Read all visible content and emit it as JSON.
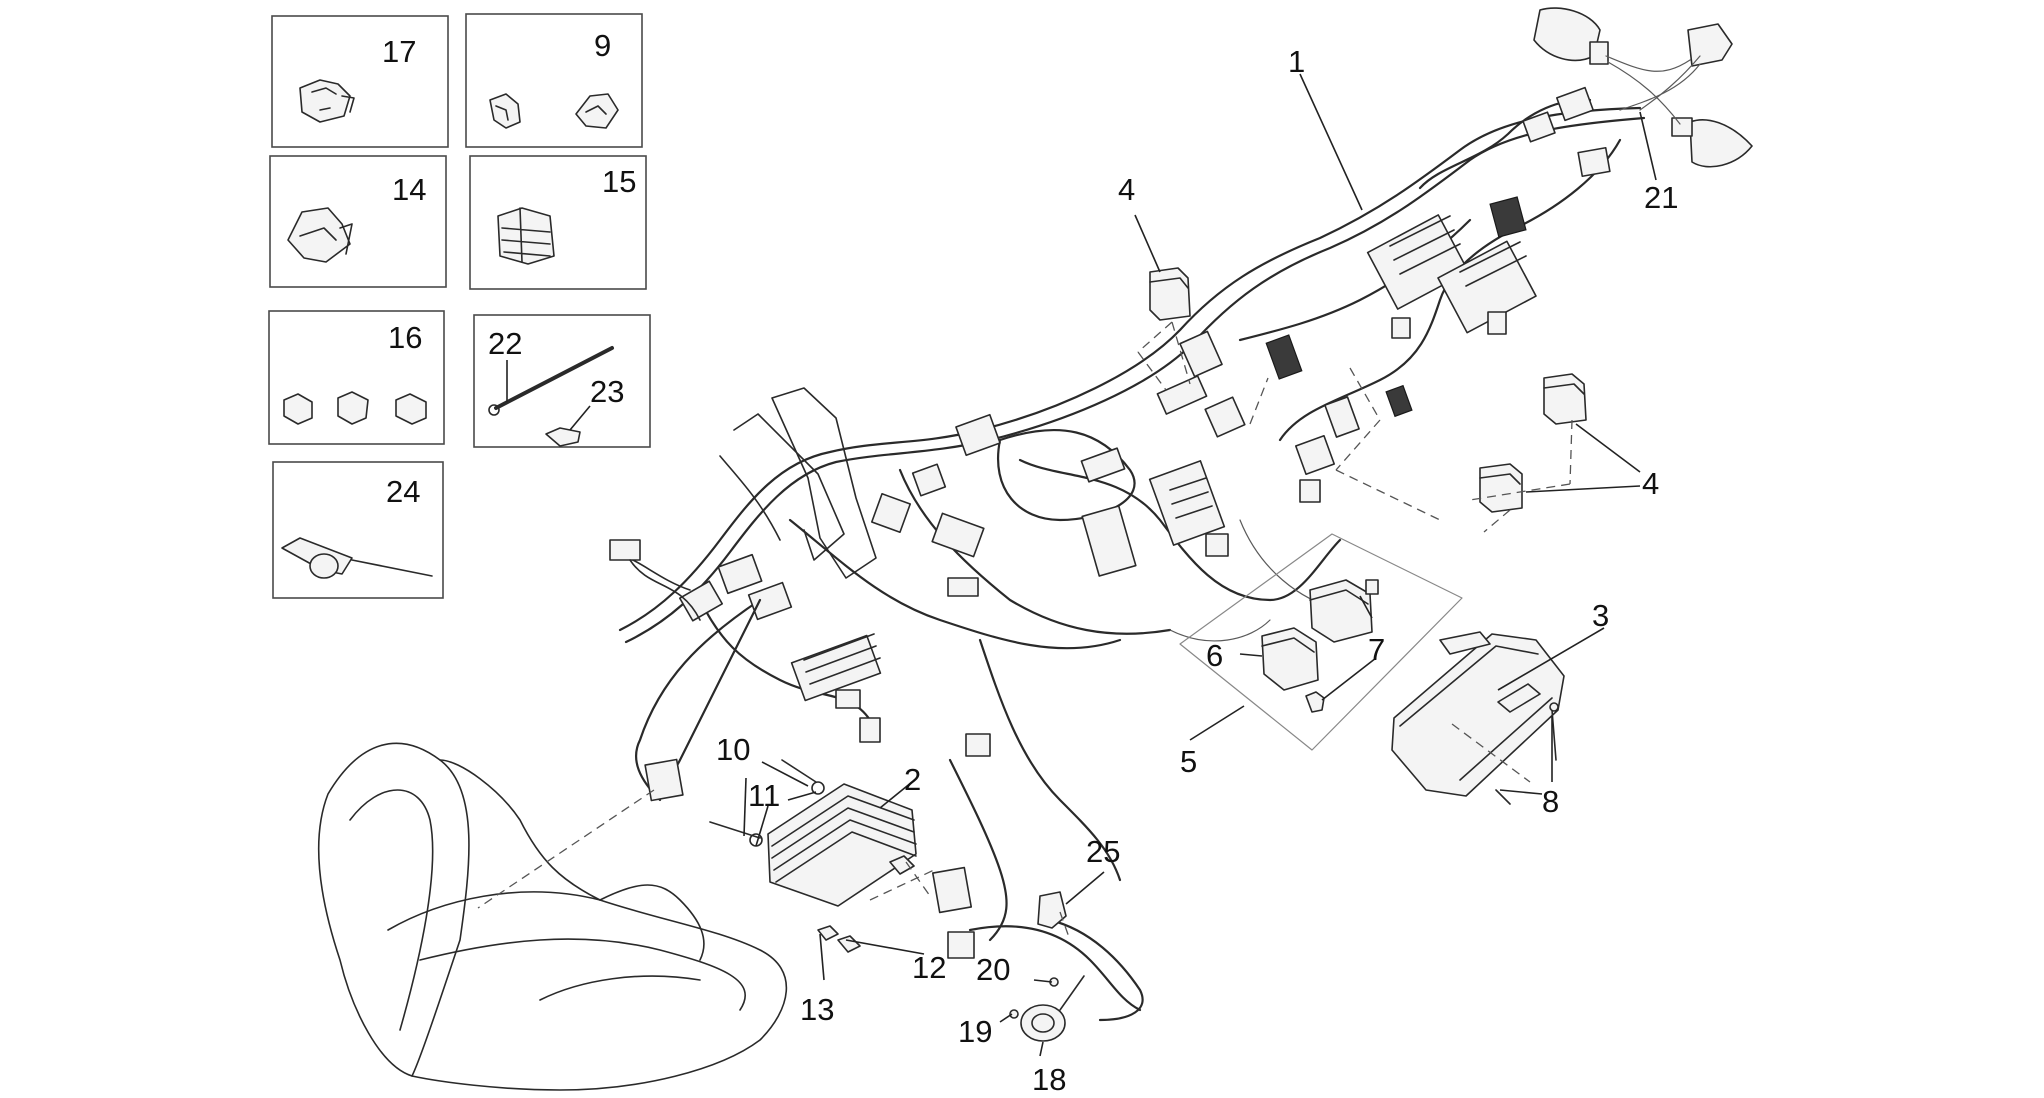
{
  "callouts": {
    "c1": "1",
    "c2": "2",
    "c3": "3",
    "c4a": "4",
    "c4b": "4",
    "c5": "5",
    "c6": "6",
    "c7": "7",
    "c8": "8",
    "c9": "9",
    "c10": "10",
    "c11": "11",
    "c12": "12",
    "c13": "13",
    "c14": "14",
    "c15": "15",
    "c16": "16",
    "c17": "17",
    "c18": "18",
    "c19": "19",
    "c20": "20",
    "c21": "21",
    "c22": "22",
    "c23": "23",
    "c24": "24",
    "c25": "25"
  },
  "colors": {
    "line": "#2a2a2a",
    "box": "#4a4a4a",
    "background": "#ffffff"
  }
}
